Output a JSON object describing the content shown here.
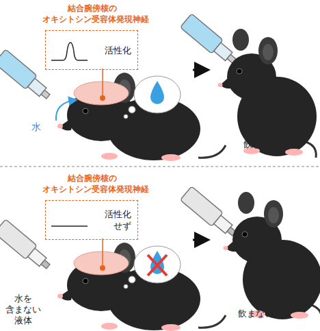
{
  "diagram": {
    "nodes": [
      {
        "text": [
          "結合腕傍核の オキシトシン受容体発現神経",
          "活性化"
        ]
      },
      {
        "text": [
          "結合腕傍核の オキシトシン受容体発現神経",
          "活性化 せず"
        ]
      }
    ],
    "labels": [
      "水",
      "飲む",
      "水を 含まない 液体",
      "飲まない"
    ]
  }
}
